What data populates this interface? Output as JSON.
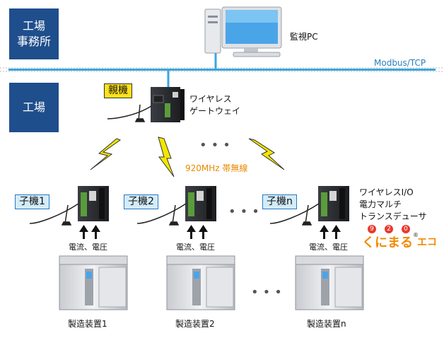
{
  "zones": {
    "office": "工場\n事務所",
    "factory": "工場"
  },
  "network": {
    "label": "Modbus/TCP"
  },
  "monitor": {
    "label": "監視PC"
  },
  "gateway": {
    "tag": "親機",
    "label_line1": "ワイヤレス",
    "label_line2": "ゲートウェイ"
  },
  "radio": {
    "label": "920MHz 帯無線"
  },
  "transducers": {
    "tags": [
      "子機1",
      "子機2",
      "子機n"
    ],
    "label_line1": "ワイヤレスI/O",
    "label_line2": "電力マルチ",
    "label_line3": "トランスデューサ",
    "measure_labels": [
      "電流、電圧",
      "電流、電圧",
      "電流、電圧"
    ]
  },
  "equipment": {
    "labels": [
      "製造装置1",
      "製造装置2",
      "製造装置n"
    ]
  },
  "logo": {
    "text": "くにまる",
    "digits": [
      "9",
      "2",
      "0"
    ],
    "suffix": "エコ",
    "mark": "®"
  },
  "colors": {
    "zone_blue": "#1f4e8c",
    "network_line": "#3aa6dd",
    "tag_blue_bg": "#d3ecfa",
    "tag_yellow_bg": "#ffe21a",
    "lightning": "#f5e600",
    "radio_label": "#e88a00",
    "logo_orange": "#f08c00"
  }
}
